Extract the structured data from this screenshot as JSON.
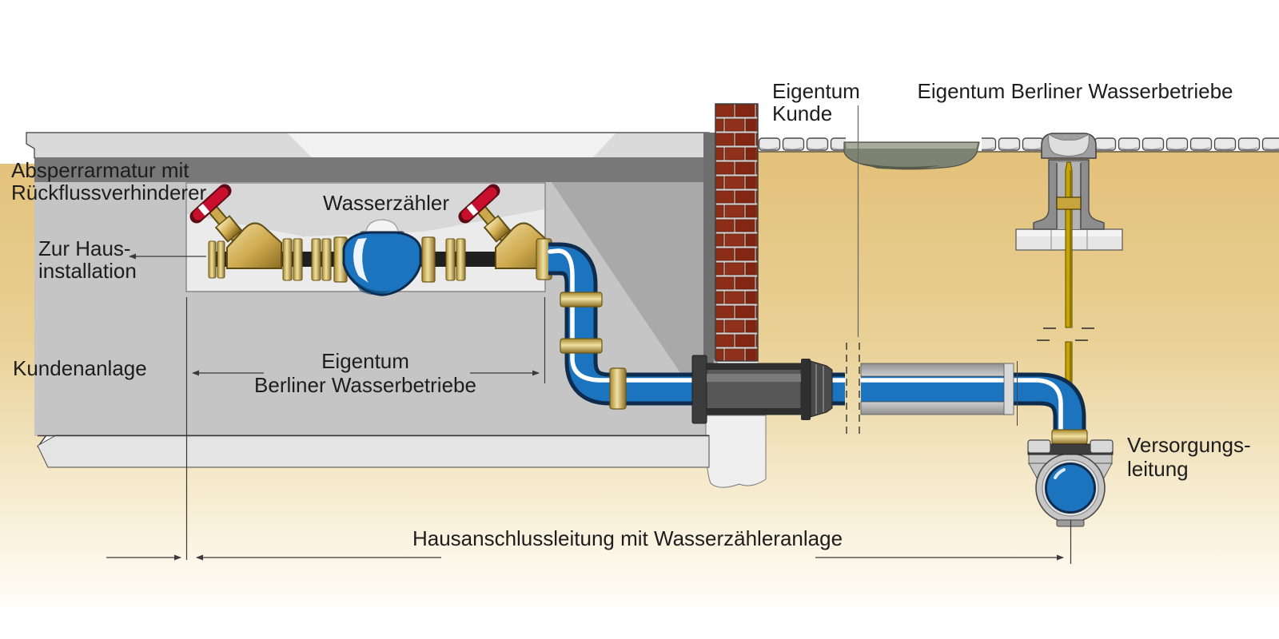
{
  "labels": {
    "absperrarmatur_line1": "Absperrarmatur mit",
    "absperrarmatur_line2": "Rückflussverhinderer",
    "zur_haus_line1": "Zur Haus-",
    "zur_haus_line2": "installation",
    "kundenanlage": "Kundenanlage",
    "wasserzaehler": "Wasserzähler",
    "eigentum_kunde_line1": "Eigentum",
    "eigentum_kunde_line2": "Kunde",
    "eigentum_bwb_top": "Eigentum Berliner Wasserbetriebe",
    "eigentum_bwb_dim_line1": "Eigentum",
    "eigentum_bwb_dim_line2": "Berliner Wasserbetriebe",
    "hausanschluss": "Hausanschlussleitung mit Wasserzähleranlage",
    "versorgung_line1": "Versorgungs-",
    "versorgung_line2": "leitung"
  },
  "palette": {
    "pipe_blue": "#1b74bd",
    "pipe_outline": "#0e2c4e",
    "brass_light": "#ecd98f",
    "brass_dark": "#8a6d22",
    "handle_red": "#c8102e",
    "brick_red": "#8c2d17",
    "ground_tan": "#e2c078",
    "concrete_gray": "#c5c5c5",
    "asphalt_patch": "#7e8272",
    "meter_blue": "#1b74bd"
  }
}
